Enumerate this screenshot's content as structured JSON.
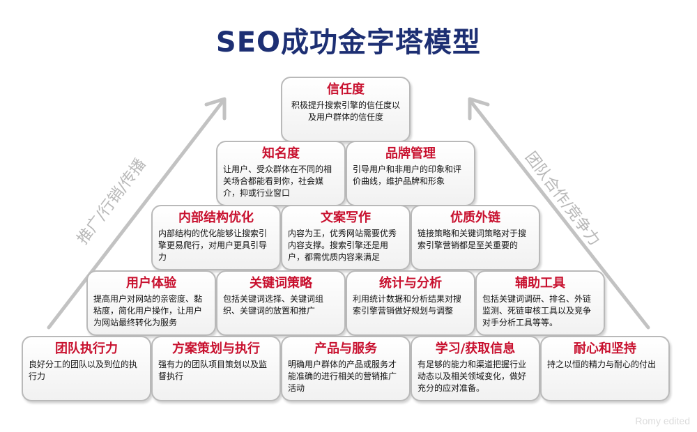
{
  "title": "SEO成功金字塔模型",
  "left_arrow_label": "推广/行销/传播",
  "right_arrow_label": "团队合作/竞争力",
  "credit": "Romy edited",
  "rows": [
    [
      {
        "title": "信任度",
        "desc": "积极提升搜索引擎的信任度以及用户群体的信任度"
      }
    ],
    [
      {
        "title": "知名度",
        "desc": "让用户、受众群体在不同的相关场合都能看到你，社会媒介，抑或行业窗口"
      },
      {
        "title": "品牌管理",
        "desc": "引导用户和非用户的印象和评价曲线，维护品牌和形象"
      }
    ],
    [
      {
        "title": "内部结构优化",
        "desc": "内部结构的优化能够让搜索引擎更易爬行，对用户更具引导力"
      },
      {
        "title": "文案写作",
        "desc": "内容为王，优秀网站需要优秀内容支撑。搜索引擎还是用户，都需优质内容来满足"
      },
      {
        "title": "优质外链",
        "desc": "链接策略和关键词策略对于搜索引擎营销都是至关重要的"
      }
    ],
    [
      {
        "title": "用户体验",
        "desc": "提高用户对网站的亲密度、黏粘度，简化用户操作，让用户为网站最终转化为服务"
      },
      {
        "title": "关键词策略",
        "desc": "包括关键词选择、关键词组织、关键词的放置和推广"
      },
      {
        "title": "统计与分析",
        "desc": "利用统计数据和分析结果对搜索引擎营销做好规划与调整"
      },
      {
        "title": "辅助工具",
        "desc": "包括关键词调研、排名、外链监测、死链审核工具以及竞争对手分析工具等等。"
      }
    ],
    [
      {
        "title": "团队执行力",
        "desc": "良好分工的团队以及到位的执行力"
      },
      {
        "title": "方案策划与执行",
        "desc": "强有力的团队项目策划以及监督执行"
      },
      {
        "title": "产品与服务",
        "desc": "明确用户群体的产品或服务才能准确的进行相关的营销推广活动"
      },
      {
        "title": "学习/获取信息",
        "desc": "有足够的能力和渠道把握行业动态以及相关领域变化，做好充分的应对准备。"
      },
      {
        "title": "耐心和坚持",
        "desc": "持之以恒的精力与耐心的付出"
      }
    ]
  ]
}
